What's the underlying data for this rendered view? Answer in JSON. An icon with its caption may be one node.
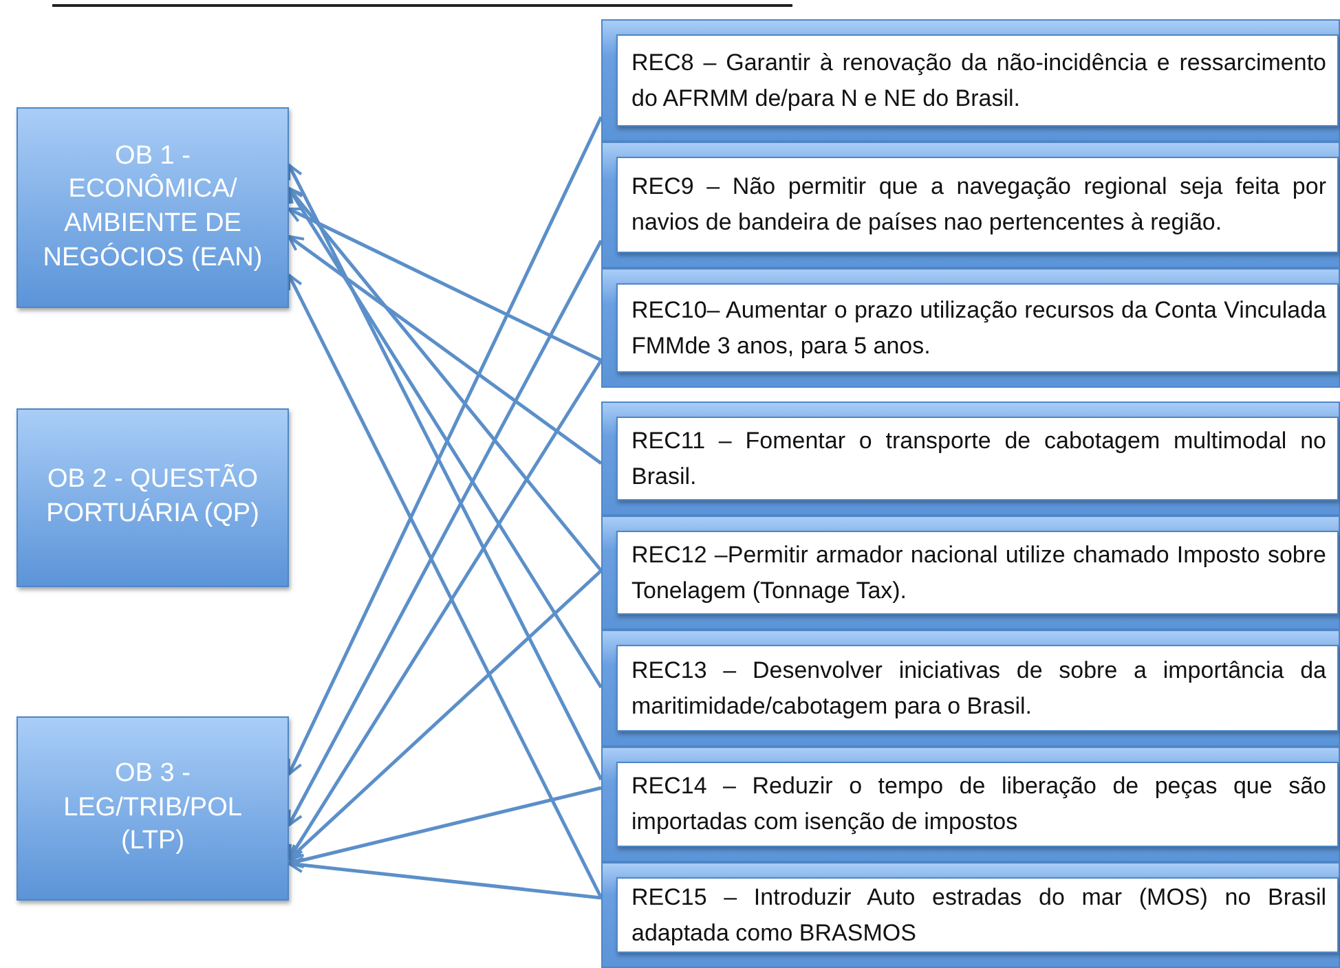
{
  "diagram": {
    "nodes": [
      {
        "text": [
          "OB 1 - ECONÔMICA/ AMBIENTE DE NEGÓCIOS (EAN)"
        ]
      },
      {
        "text": [
          "OB 2 - QUESTÃO PORTUÁRIA (QP)"
        ]
      },
      {
        "text": [
          "OB 3 - LEG/TRIB/POL (LTP)"
        ]
      },
      {
        "text": [
          "REC8 – Garantir à renovação da não-incidência e ressarcimento do AFRMM de/para N e NE do Brasil."
        ]
      },
      {
        "text": [
          "REC9 – Não permitir que a navegação regional seja feita por navios de bandeira de países nao pertencentes à região."
        ]
      },
      {
        "text": [
          "REC10– Aumentar o prazo utilização recursos da Conta Vinculada FMMde 3 anos, para 5 anos."
        ]
      },
      {
        "text": [
          "REC11 – Fomentar o transporte de cabotagem multimodal no Brasil."
        ]
      },
      {
        "text": [
          "REC12 –Permitir armador nacional utilize chamado Imposto sobre Tonelagem (Tonnage Tax)."
        ]
      },
      {
        "text": [
          "REC13 – Desenvolver iniciativas de sobre a importância da maritimidade/cabotagem para o Brasil."
        ]
      },
      {
        "text": [
          "REC14 – Reduzir o tempo de liberação de peças que são importadas com isenção de impostos"
        ]
      },
      {
        "text": [
          "REC15 – Introduzir Auto estradas do mar (MOS) no Brasil adaptada como BRASMOS"
        ]
      }
    ],
    "edges": [
      {
        "from": 3,
        "to": 2,
        "arrow": "to"
      },
      {
        "from": 4,
        "to": 2,
        "arrow": "to"
      },
      {
        "from": 5,
        "to": 0,
        "arrow": "to"
      },
      {
        "from": 5,
        "to": 2,
        "arrow": "to"
      },
      {
        "from": 6,
        "to": 0,
        "arrow": "to"
      },
      {
        "from": 7,
        "to": 0,
        "arrow": "to"
      },
      {
        "from": 7,
        "to": 2,
        "arrow": "to"
      },
      {
        "from": 8,
        "to": 0,
        "arrow": "to"
      },
      {
        "from": 9,
        "to": 0,
        "arrow": "to"
      },
      {
        "from": 9,
        "to": 2,
        "arrow": "to"
      },
      {
        "from": 10,
        "to": 0,
        "arrow": "to"
      },
      {
        "from": 10,
        "to": 2,
        "arrow": "to"
      }
    ]
  }
}
